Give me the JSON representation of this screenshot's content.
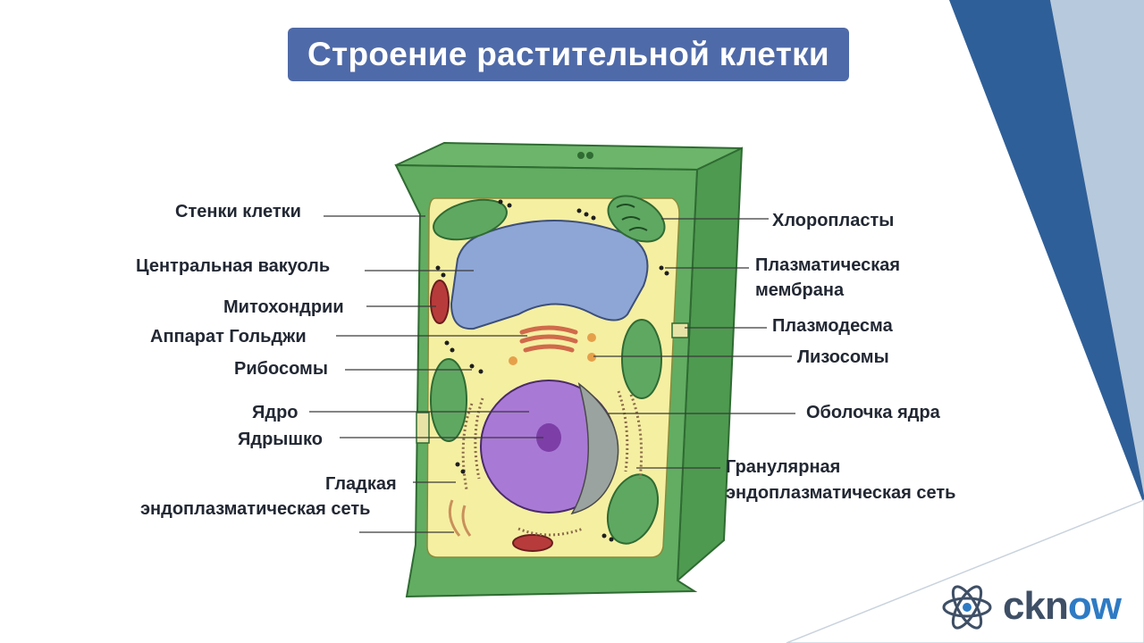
{
  "title": "Строение растительной клетки",
  "labels": {
    "cell_walls": "Стенки клетки",
    "central_vacuole": "Центральная вакуоль",
    "mitochondria": "Митохондрии",
    "golgi": "Аппарат Гольджи",
    "ribosomes": "Рибосомы",
    "nucleus": "Ядро",
    "nucleolus": "Ядрышко",
    "smooth_er_line1": "Гладкая",
    "smooth_er_line2": "эндоплазматическая сеть",
    "chloroplasts": "Хлоропласты",
    "plasma_membrane_line1": "Плазматическая",
    "plasma_membrane_line2": "мембрана",
    "plasmodesma": "Плазмодесма",
    "lysosomes": "Лизосомы",
    "nuclear_envelope": "Оболочка ядра",
    "rough_er_line1": "Гранулярная",
    "rough_er_line2": "эндоплазматическая сеть"
  },
  "logo": {
    "text_prefix": "ckn",
    "text_suffix": "ow"
  },
  "colors": {
    "title_bg": "#4f6aa8",
    "cell_wall": "#58a85a",
    "cytoplasm": "#f5efa2",
    "vacuole": "#8ea6d6",
    "nucleus": "#a979d6",
    "chloroplast": "#5fa862",
    "accent_dark_blue": "#2f5f98",
    "accent_light_blue": "#b7c9dc"
  }
}
